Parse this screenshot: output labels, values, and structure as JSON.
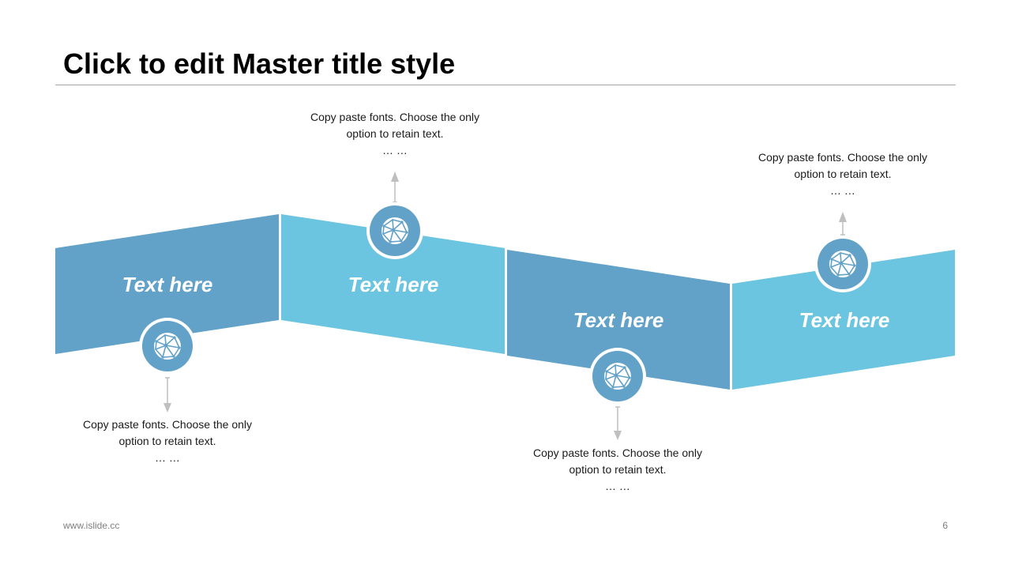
{
  "title": "Click to edit Master title style",
  "colors": {
    "dark_blue": "#62a1c8",
    "light_blue": "#6cc5e0",
    "arrow_gray": "#bfbfbf"
  },
  "segments": [
    {
      "label": "Text here",
      "icon": "globe-network-icon"
    },
    {
      "label": "Text here",
      "icon": "globe-network-icon"
    },
    {
      "label": "Text here",
      "icon": "globe-network-icon"
    },
    {
      "label": "Text here",
      "icon": "globe-network-icon"
    }
  ],
  "callouts": [
    {
      "line1": "Copy paste fonts. Choose the only",
      "line2": "option to retain text.",
      "ellipsis": "… …"
    },
    {
      "line1": "Copy paste fonts. Choose the only",
      "line2": "option to retain text.",
      "ellipsis": "… …"
    },
    {
      "line1": "Copy paste fonts. Choose the only",
      "line2": "option to retain text.",
      "ellipsis": "… …"
    },
    {
      "line1": "Copy paste fonts. Choose the only",
      "line2": "option to retain text.",
      "ellipsis": "… …"
    }
  ],
  "footer": {
    "url": "www.islide.cc",
    "page": "6"
  }
}
